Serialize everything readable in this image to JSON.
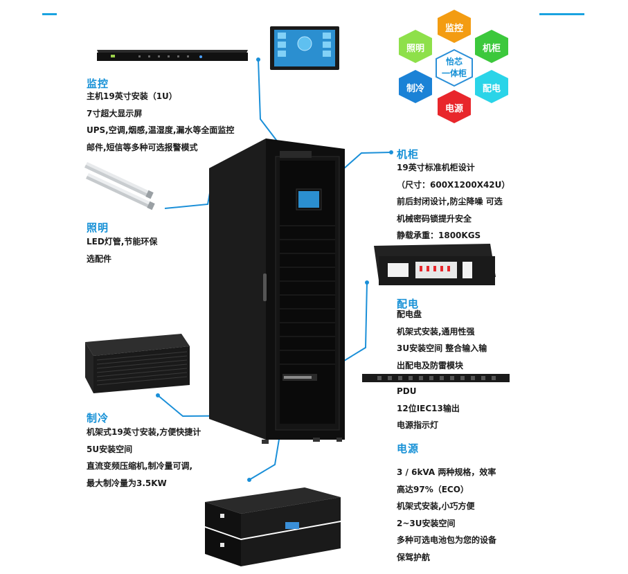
{
  "hexagon": {
    "center_line1": "怡芯",
    "center_line2": "一体柜",
    "items": [
      {
        "label": "监控",
        "color": "#f39c12"
      },
      {
        "label": "机柜",
        "color": "#3cc83c"
      },
      {
        "label": "配电",
        "color": "#2ad4e8"
      },
      {
        "label": "电源",
        "color": "#e8262b"
      },
      {
        "label": "制冷",
        "color": "#1b82d6"
      },
      {
        "label": "照明",
        "color": "#8ee04a"
      }
    ]
  },
  "sections": {
    "monitor": {
      "title": "监控",
      "lines": [
        "主机19英寸安装（1U）",
        "7寸超大显示屏",
        "UPS,空调,烟感,温湿度,漏水等全面监控",
        "邮件,短信等多种可选报警模式"
      ]
    },
    "lighting": {
      "title": "照明",
      "lines": [
        "LED灯管,节能环保",
        "选配件"
      ]
    },
    "cooling": {
      "title": "制冷",
      "lines": [
        "机架式19英寸安装,方便快捷计",
        "5U安装空间",
        "直流变频压缩机,制冷量可调,",
        "最大制冷量为3.5KW"
      ]
    },
    "cabinet": {
      "title": "机柜",
      "lines": [
        "19英寸标准机柜设计",
        "（尺寸：600X1200X42U）",
        "前后封闭设计,防尘降噪 可选",
        "机械密码锁提升安全",
        "静载承重：1800KGS"
      ]
    },
    "distribution": {
      "title": "配电",
      "lines": [
        "配电盘",
        "机架式安装,通用性强",
        "3U安装空间 整合输入输",
        "出配电及防雷模块"
      ]
    },
    "pdu": {
      "lines": [
        "PDU",
        "12位IEC13输出",
        "电源指示灯"
      ]
    },
    "power": {
      "title": "电源",
      "lines": [
        "3 / 6kVA 两种规格，效率",
        "高达97%（ECO）",
        "机架式安装,小巧方便",
        "2~3U安装空间",
        "多种可选电池包为您的设备",
        "保驾护航"
      ]
    }
  },
  "colors": {
    "accent": "#1590d6",
    "line": "#1aa3e0"
  }
}
